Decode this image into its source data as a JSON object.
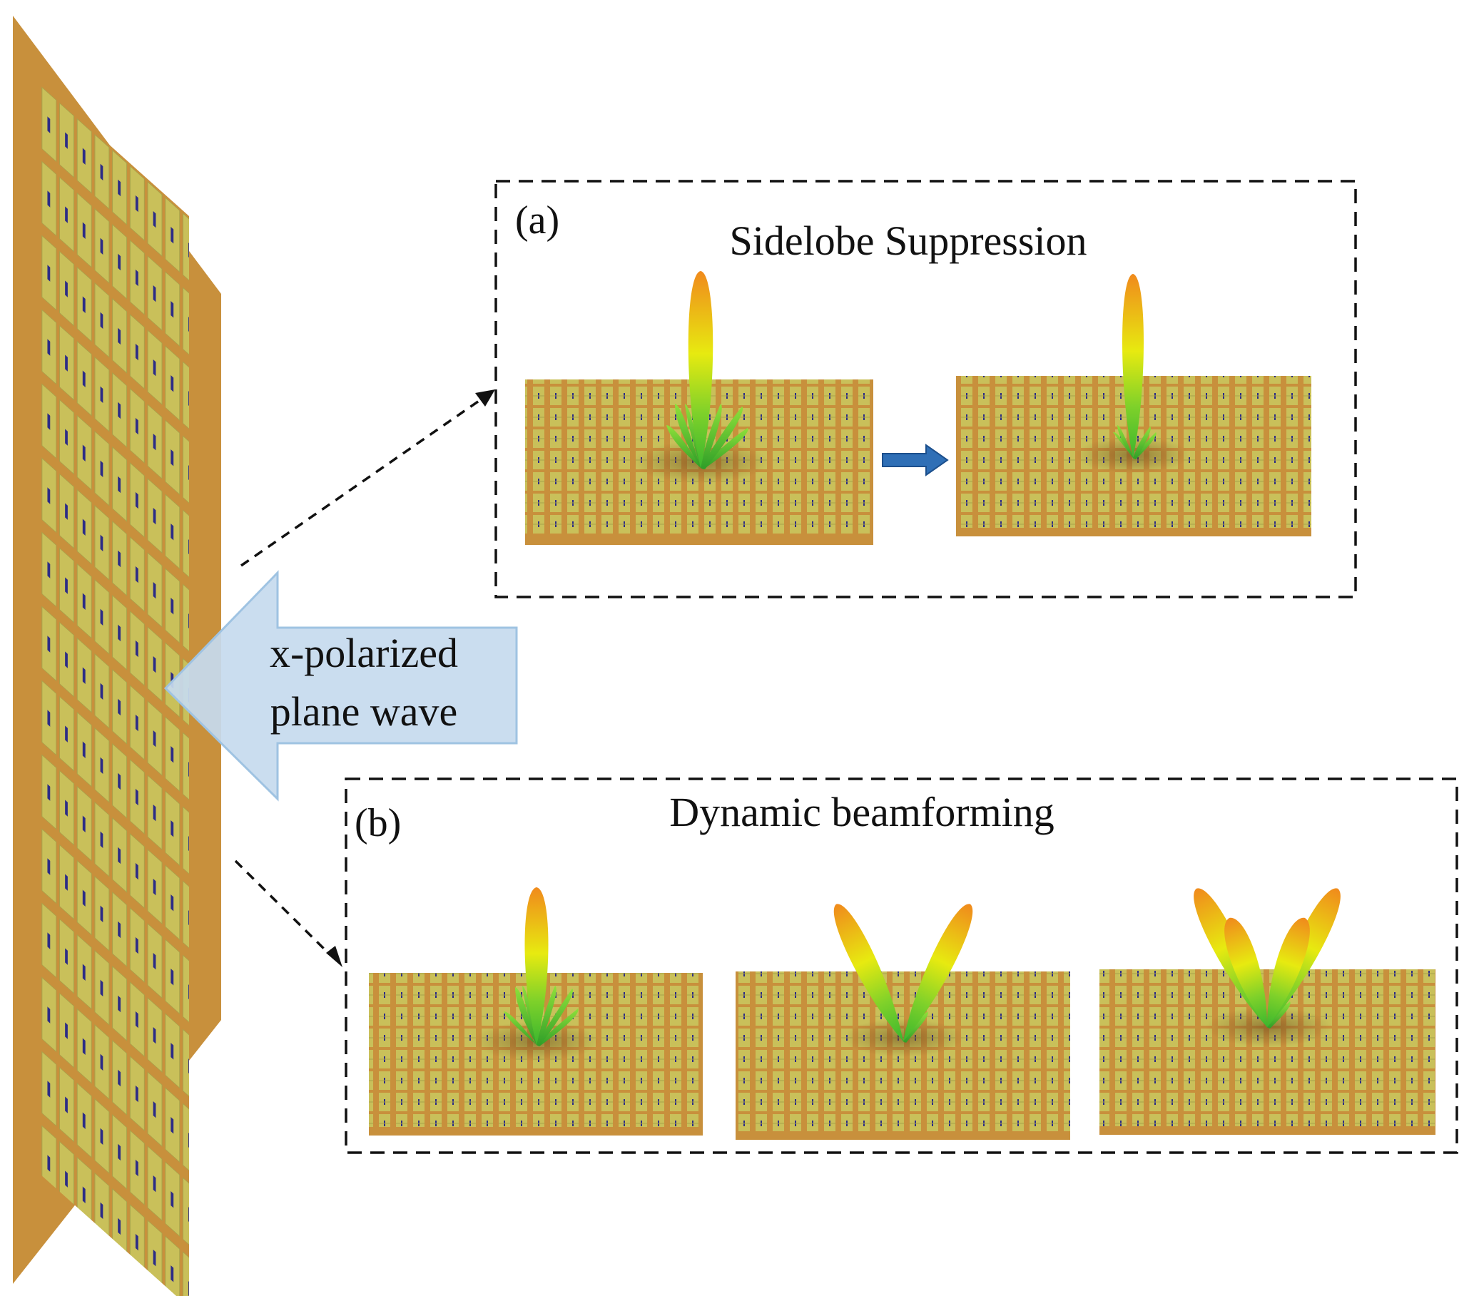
{
  "colors": {
    "substrate": "#c8903c",
    "cell": "#c9c05a",
    "cell_edge": "#a7a24a",
    "dipole": "#2c2c86",
    "arrow_fill": "#c6daee",
    "arrow_stroke": "#9fc3e2",
    "transition_arrow": "#2f6fb6",
    "beam_tip": "#f08a1c",
    "beam_mid": "#e7ea10",
    "beam_base": "#3ab62e"
  },
  "wave": {
    "line1": "x-polarized",
    "line2": "plane wave",
    "icon": "left-arrow-icon"
  },
  "panel_a": {
    "tag": "(a)",
    "title": "Sidelobe Suppression",
    "transition_icon": "right-arrow-icon"
  },
  "panel_b": {
    "tag": "(b)",
    "title": "Dynamic beamforming"
  }
}
